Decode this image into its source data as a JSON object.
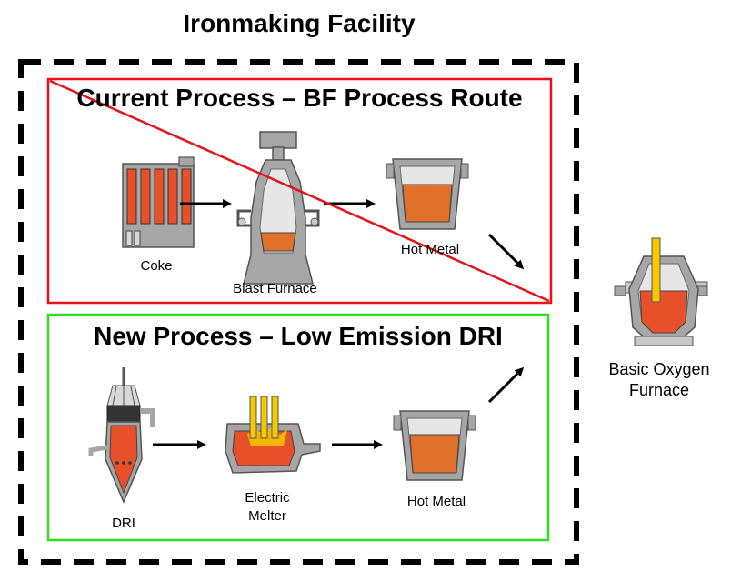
{
  "facility_title": "Ironmaking Facility",
  "current": {
    "title": "Current Process – BF Process Route",
    "coke": "Coke",
    "blast_furnace": "Blast Furnace",
    "hot_metal": "Hot Metal"
  },
  "new": {
    "title": "New Process – Low Emission DRI",
    "dri": "DRI",
    "electric_melter_1": "Electric",
    "electric_melter_2": "Melter",
    "hot_metal": "Hot Metal"
  },
  "bof": {
    "line1": "Basic Oxygen",
    "line2": "Furnace"
  },
  "colors": {
    "current_border": "#e8121a",
    "new_border": "#33dd22",
    "molten": "#e0702a",
    "hot_red": "#e8502a",
    "steel_gray": "#a6a6a6",
    "dark_gray": "#5a5a5a",
    "electrode_yellow": "#f5c800"
  }
}
